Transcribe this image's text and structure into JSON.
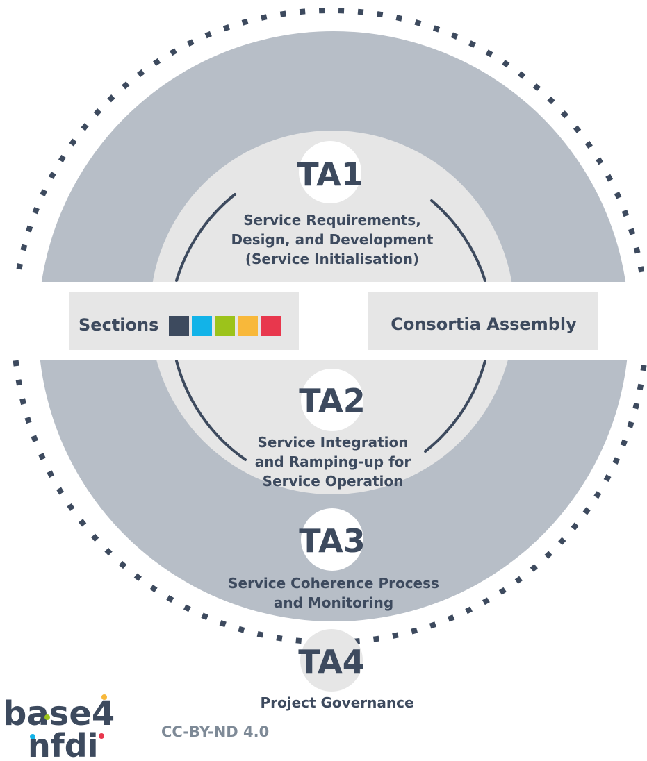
{
  "areas": {
    "ta1": {
      "title": "TA1",
      "lines": [
        "Service Requirements,",
        "Design, and Development",
        "(Service Initialisation)"
      ]
    },
    "ta2": {
      "title": "TA2",
      "lines": [
        "Service Integration",
        "and Ramping-up for",
        "Service Operation"
      ]
    },
    "ta3": {
      "title": "TA3",
      "lines": [
        "Service Coherence Process",
        "and Monitoring"
      ]
    },
    "ta4": {
      "title": "TA4",
      "lines": [
        "Project Governance"
      ]
    }
  },
  "boxes": {
    "sections": "Sections",
    "consortia": "Consortia Assembly"
  },
  "section_colors": [
    "#3d4a5e",
    "#12b3e8",
    "#9cc31b",
    "#f8b83a",
    "#e8374d"
  ],
  "license": "CC-BY-ND 4.0",
  "logo": {
    "line1": "base4",
    "line2": "nfdi"
  },
  "colors": {
    "outer_ring": "#b7bec7",
    "inner_circle": "#e6e6e6",
    "text": "#3d4a5e",
    "box": "#e6e6e6"
  }
}
